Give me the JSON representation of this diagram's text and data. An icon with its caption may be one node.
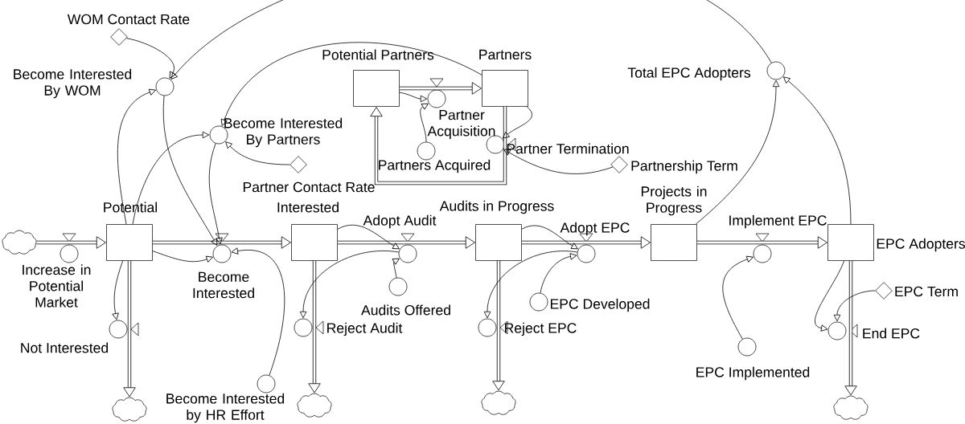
{
  "diagram": {
    "nodes": [
      {
        "text": [
          "WOM Contact Rate"
        ]
      },
      {
        "text": [
          "Become Interested By WOM"
        ]
      },
      {
        "text": [
          "Become Interested By Partners"
        ]
      },
      {
        "text": [
          "Partner Contact Rate"
        ]
      },
      {
        "text": [
          "Potential Partners"
        ]
      },
      {
        "text": [
          "Partners"
        ]
      },
      {
        "text": [
          "Partner Acquisition"
        ]
      },
      {
        "text": [
          "Partners Acquired"
        ]
      },
      {
        "text": [
          "Partner Termination"
        ]
      },
      {
        "text": [
          "Partnership Term"
        ]
      },
      {
        "text": [
          "Potential"
        ]
      },
      {
        "text": [
          "Interested"
        ]
      },
      {
        "text": [
          "Audits in Progress"
        ]
      },
      {
        "text": [
          "Projects in Progress"
        ]
      },
      {
        "text": [
          "EPC Adopters"
        ]
      },
      {
        "text": [
          "Total EPC Adopters"
        ]
      },
      {
        "text": [
          "Increase in Potential Market"
        ]
      },
      {
        "text": [
          "Become Interested"
        ]
      },
      {
        "text": [
          "Adopt Audit"
        ]
      },
      {
        "text": [
          "Adopt EPC"
        ]
      },
      {
        "text": [
          "Implement  EPC"
        ]
      },
      {
        "text": [
          "Not Interested"
        ]
      },
      {
        "text": [
          "Reject Audit"
        ]
      },
      {
        "text": [
          "Reject EPC"
        ]
      },
      {
        "text": [
          "End EPC"
        ]
      },
      {
        "text": [
          "Audits Offered"
        ]
      },
      {
        "text": [
          "EPC Developed"
        ]
      },
      {
        "text": [
          "EPC Implemented"
        ]
      },
      {
        "text": [
          "EPC Term"
        ]
      },
      {
        "text": [
          "Become Interested by HR Effort"
        ]
      },
      {
        "text": [],
        "shape": "cloud"
      },
      {
        "text": [],
        "shape": "cloud"
      },
      {
        "text": [],
        "shape": "cloud"
      },
      {
        "text": [],
        "shape": "cloud"
      },
      {
        "text": [],
        "shape": "cloud"
      }
    ],
    "edges": [
      {
        "from": 30,
        "to": 10,
        "arrow": "to",
        "style": "thick"
      },
      {
        "from": 10,
        "to": 11,
        "arrow": "to",
        "style": "thick"
      },
      {
        "from": 11,
        "to": 12,
        "arrow": "to",
        "style": "thick"
      },
      {
        "from": 12,
        "to": 13,
        "arrow": "to",
        "style": "thick"
      },
      {
        "from": 13,
        "to": 14,
        "arrow": "to",
        "style": "thick"
      },
      {
        "from": 10,
        "to": 31,
        "arrow": "to",
        "style": "thick"
      },
      {
        "from": 11,
        "to": 32,
        "arrow": "to",
        "style": "thick"
      },
      {
        "from": 12,
        "to": 33,
        "arrow": "to",
        "style": "thick"
      },
      {
        "from": 14,
        "to": 34,
        "arrow": "to",
        "style": "thick"
      },
      {
        "from": 4,
        "to": 5,
        "arrow": "to",
        "style": "thick"
      },
      {
        "from": 5,
        "to": 4,
        "arrow": "to",
        "style": "thick"
      },
      {
        "from": 0,
        "to": 1,
        "arrow": "to"
      },
      {
        "from": 10,
        "to": 1,
        "arrow": "to"
      },
      {
        "from": 15,
        "to": 1,
        "arrow": "to"
      },
      {
        "from": 1,
        "to": 17,
        "arrow": "to"
      },
      {
        "from": 5,
        "to": 2,
        "arrow": "to"
      },
      {
        "from": 3,
        "to": 2,
        "arrow": "to"
      },
      {
        "from": 10,
        "to": 2,
        "arrow": "to"
      },
      {
        "from": 2,
        "to": 17,
        "arrow": "to"
      },
      {
        "from": 10,
        "to": 17,
        "arrow": "to"
      },
      {
        "from": 29,
        "to": 17,
        "arrow": "to"
      },
      {
        "from": 11,
        "to": 18,
        "arrow": "to"
      },
      {
        "from": 18,
        "to": 22,
        "arrow": "to"
      },
      {
        "from": 25,
        "to": 18,
        "arrow": "to"
      },
      {
        "from": 12,
        "to": 19,
        "arrow": "to"
      },
      {
        "from": 19,
        "to": 23,
        "arrow": "to"
      },
      {
        "from": 26,
        "to": 19,
        "arrow": "to"
      },
      {
        "from": 27,
        "to": 20,
        "arrow": "to"
      },
      {
        "from": 14,
        "to": 24,
        "arrow": "to"
      },
      {
        "from": 28,
        "to": 24,
        "arrow": "to"
      },
      {
        "from": 13,
        "to": 15,
        "arrow": "to"
      },
      {
        "from": 14,
        "to": 15,
        "arrow": "to"
      },
      {
        "from": 4,
        "to": 6,
        "arrow": "to"
      },
      {
        "from": 7,
        "to": 6,
        "arrow": "to"
      },
      {
        "from": 5,
        "to": 8,
        "arrow": "to"
      },
      {
        "from": 10,
        "to": 21,
        "arrow": "to"
      },
      {
        "from": 9,
        "to": 8,
        "arrow": "to"
      }
    ]
  }
}
